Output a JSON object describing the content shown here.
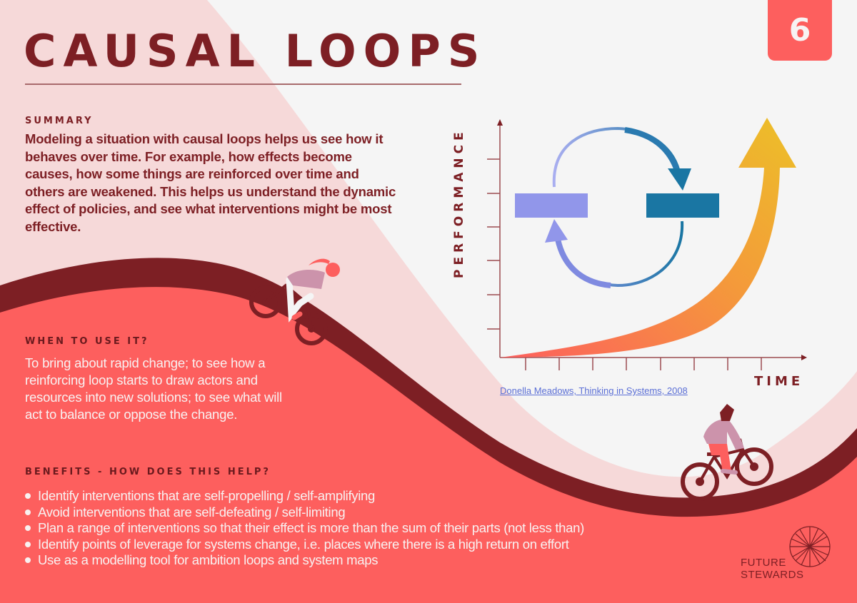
{
  "header": {
    "title": "CAUSAL LOOPS",
    "card_number": "6"
  },
  "summary": {
    "label": "SUMMARY",
    "text": "Modeling a situation with causal loops helps us see how it behaves over time.  For example, how effects become causes, how some things are reinforced over time and others are weakened.   This helps us understand the dynamic effect of policies, and see what interventions might be most effective."
  },
  "when_to_use": {
    "label": "WHEN TO USE IT?",
    "text": "To bring about rapid change; to see how a reinforcing loop starts to draw actors and resources into new solutions; to see what will act to balance or oppose the change."
  },
  "benefits": {
    "label": "BENEFITS - HOW DOES THIS HELP?",
    "items": [
      "Identify interventions that are self-propelling / self-amplifying",
      "Avoid interventions that are self-defeating / self-limiting",
      "Plan a range of interventions so that their effect is more than the sum of their parts (not less than)",
      "Identify points of leverage for systems change, i.e. places where there is a high return on effort",
      "Use as a modelling tool for ambition loops and system maps"
    ]
  },
  "diagram": {
    "y_axis_label": "PERFORMANCE",
    "x_axis_label": "TIME",
    "citation": "Donella Meadows, Thinking in Systems, 2008",
    "y_ticks": 6,
    "x_ticks": 8,
    "curve_description": "exponential growth arrow",
    "loop_description": "reinforcing loop between two boxes",
    "colors": {
      "box_left": "#9196ea",
      "box_right": "#1a76a3",
      "curve_start": "#fd5f5e",
      "curve_end": "#ecc028",
      "axis": "#9b4c50"
    }
  },
  "brand": {
    "line1": "FUTURE",
    "line2": "STEWARDS"
  },
  "colors": {
    "maroon": "#7d1f24",
    "coral": "#fd5f5e",
    "blush": "#f6d9d9",
    "background": "#f5f5f5"
  }
}
